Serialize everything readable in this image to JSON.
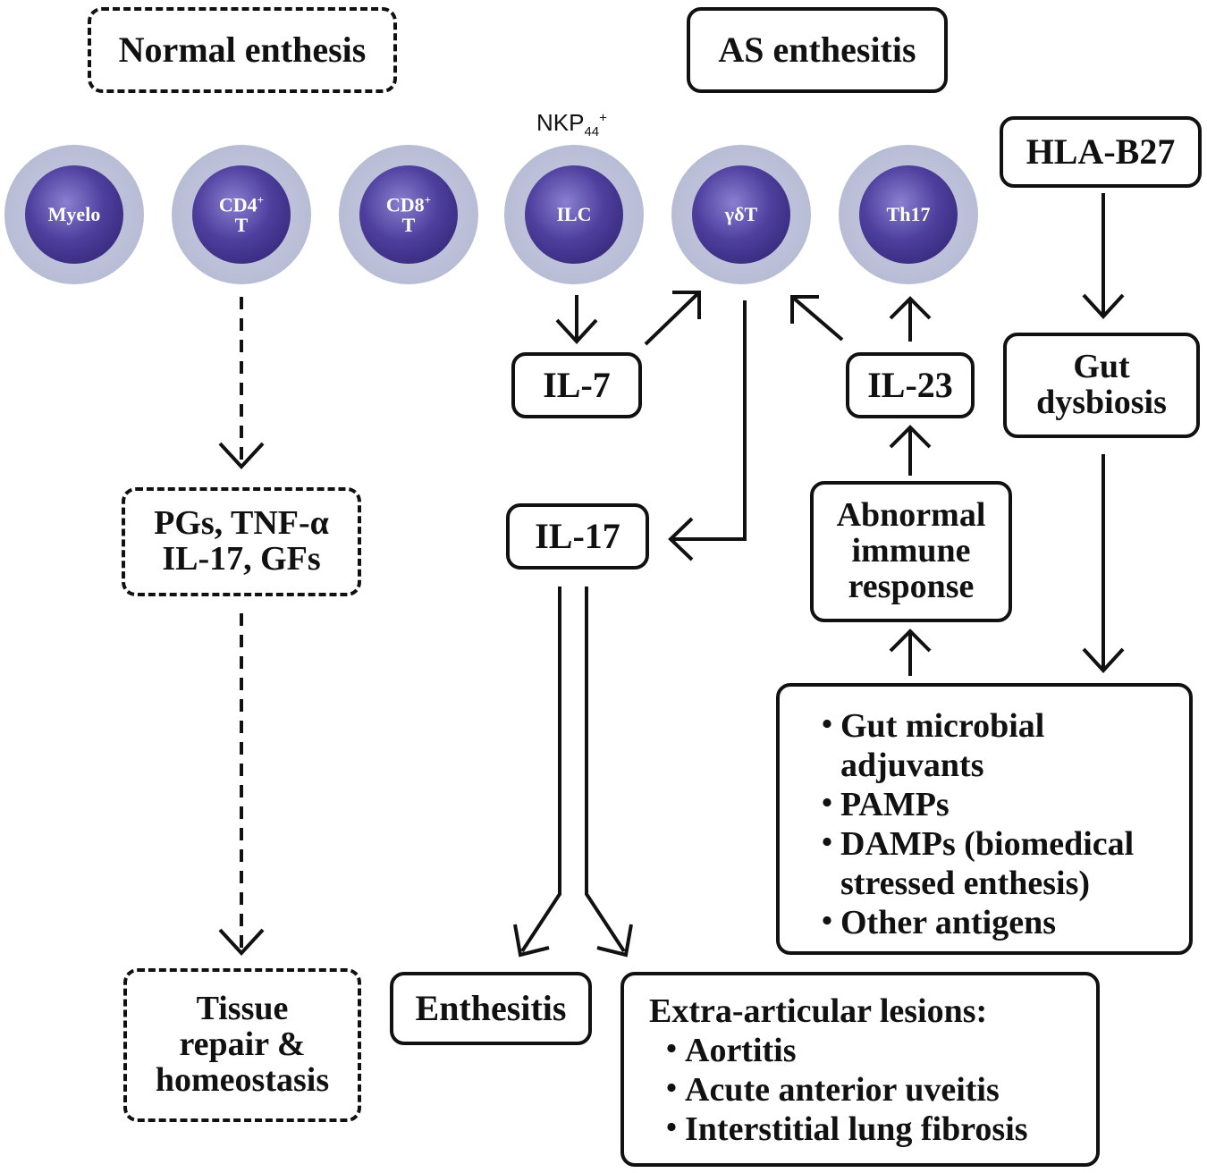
{
  "headers": {
    "normal": "Normal enthesis",
    "as": "AS enthesitis"
  },
  "cells": [
    {
      "name": "cell-myelo",
      "line1": "Myelo",
      "sup": "",
      "line2": ""
    },
    {
      "name": "cell-cd4-t",
      "line1": "CD4",
      "sup": "+",
      "line2": "T"
    },
    {
      "name": "cell-cd8-t",
      "line1": "CD8",
      "sup": "+",
      "line2": "T"
    },
    {
      "name": "cell-ilc",
      "line1": "ILC",
      "sup": "",
      "line2": ""
    },
    {
      "name": "cell-gamma-delta-t",
      "line1": "γδT",
      "sup": "",
      "line2": ""
    },
    {
      "name": "cell-th17",
      "line1": "Th17",
      "sup": "",
      "line2": ""
    }
  ],
  "nkp": {
    "base": "NKP",
    "sub": "44",
    "sup": "+"
  },
  "hla": "HLA-B27",
  "gut_dysbiosis": [
    "Gut",
    "dysbiosis"
  ],
  "il7": "IL-7",
  "il17": "IL-17",
  "il23": "IL-23",
  "abnormal": [
    "Abnormal",
    "immune",
    "response"
  ],
  "normal_mediators": [
    "PGs, TNF-α",
    "IL-17, GFs"
  ],
  "tissue_repair": [
    "Tissue",
    "repair &",
    "homeostasis"
  ],
  "enthesitis": "Enthesitis",
  "triggers": {
    "bullet": "・",
    "items": [
      {
        "lines": [
          "Gut microbial",
          "adjuvants"
        ]
      },
      {
        "lines": [
          "PAMPs"
        ]
      },
      {
        "lines": [
          "DAMPs (biomedical",
          "stressed enthesis)"
        ]
      },
      {
        "lines": [
          "Other antigens"
        ]
      }
    ]
  },
  "extra_articular": {
    "title": "Extra-articular lesions:",
    "bullet": "・",
    "items": [
      "Aortitis",
      "Acute anterior uveitis",
      "Interstitial lung fibrosis"
    ]
  }
}
